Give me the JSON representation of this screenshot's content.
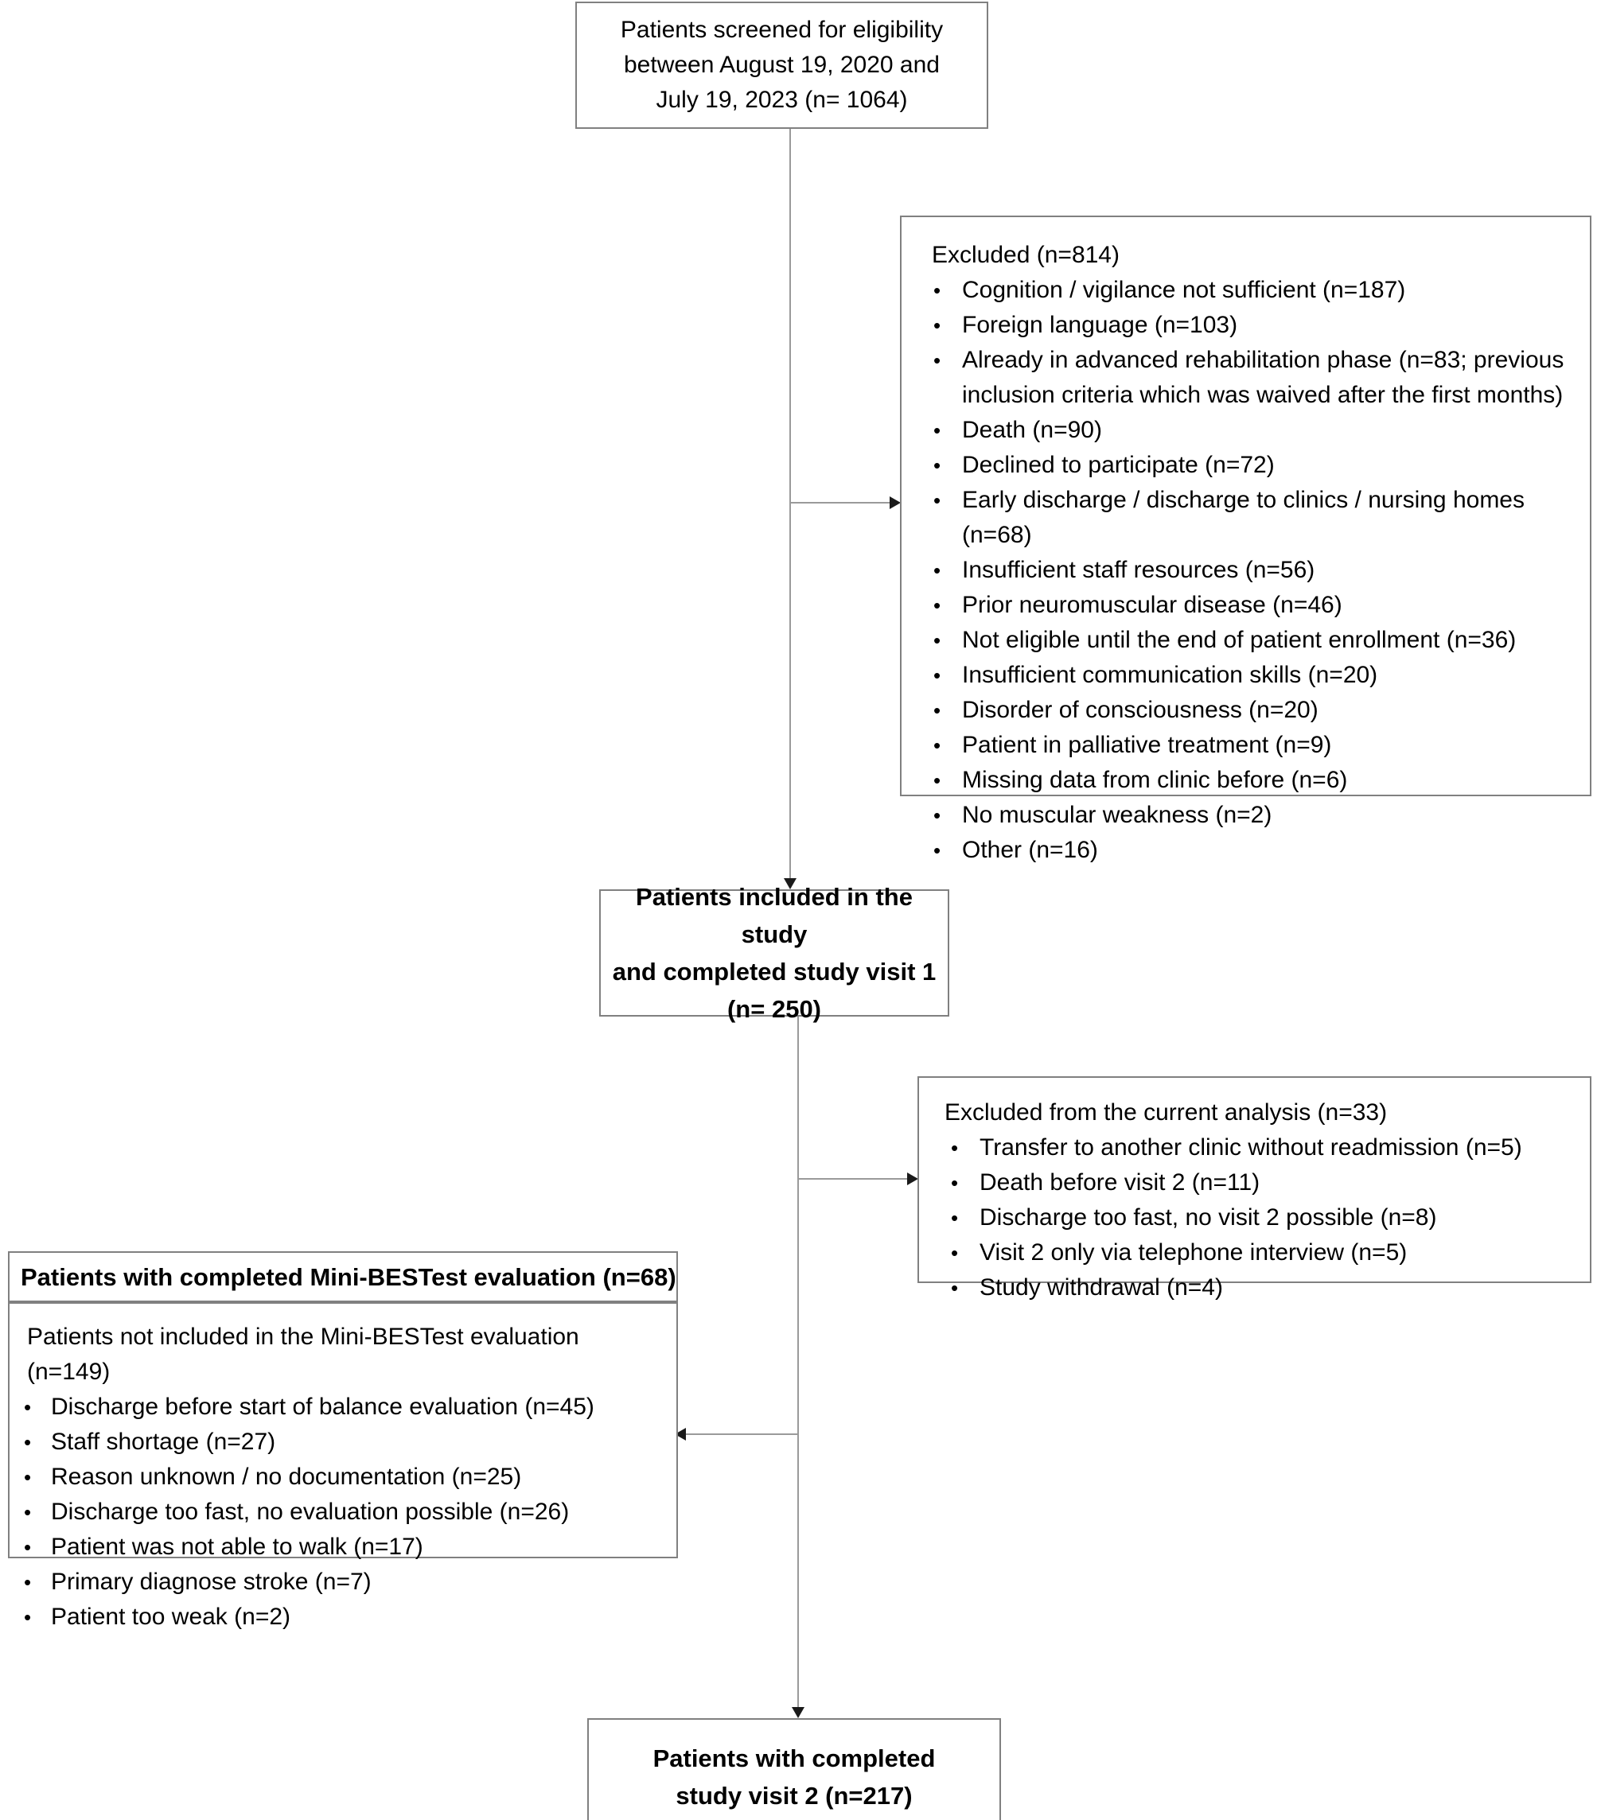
{
  "diagram": {
    "title": "Study participant flow diagram",
    "type": "flowchart"
  },
  "nodes": {
    "screened": {
      "lines": [
        "Patients screened for eligibility",
        "between August 19, 2020 and",
        "July 19, 2023 (n= 1064)"
      ]
    },
    "excluded_1": {
      "heading": "Excluded  (n=814)",
      "items": [
        "Cognition / vigilance not sufficient (n=187)",
        "Foreign language (n=103)",
        "Already in advanced rehabilitation phase (n=83; previous inclusion criteria which was waived after the first months)",
        "Death (n=90)",
        "Declined to participate (n=72)",
        "Early discharge / discharge to clinics / nursing homes (n=68)",
        "Insufficient staff resources (n=56)",
        "Prior neuromuscular disease (n=46)",
        "Not eligible until the end of patient enrollment (n=36)",
        "Insufficient communication skills (n=20)",
        "Disorder of consciousness (n=20)",
        "Patient in palliative treatment (n=9)",
        "Missing data from clinic before (n=6)",
        "No muscular weakness (n=2)",
        "Other (n=16)"
      ]
    },
    "included_visit1": {
      "lines": [
        "Patients included in the study",
        "and completed study visit 1",
        "(n= 250)"
      ]
    },
    "excluded_2": {
      "heading": "Excluded from the current analysis (n=33)",
      "items": [
        "Transfer to another clinic without readmission (n=5)",
        "Death before visit 2 (n=11)",
        "Discharge too fast, no visit 2 possible (n=8)",
        "Visit 2 only via telephone interview (n=5)",
        "Study withdrawal (n=4)"
      ]
    },
    "minibestest": {
      "header": "Patients with completed Mini-BESTest evaluation (n=68)",
      "subheading": "Patients not included in the Mini-BESTest evaluation (n=149)",
      "items": [
        "Discharge before start of balance evaluation (n=45)",
        "Staff shortage (n=27)",
        "Reason unknown / no documentation (n=25)",
        "Discharge too fast, no evaluation possible (n=26)",
        "Patient was not able to walk (n=17)",
        "Primary diagnose stroke (n=7)",
        "Patient too weak (n=2)"
      ]
    },
    "completed_visit2": {
      "lines": [
        "Patients with completed",
        "study visit 2 (n=217)"
      ]
    }
  },
  "colors": {
    "border": "#808080",
    "connector": "#9a9a9a",
    "arrow": "#1a1a1a",
    "text": "#000000",
    "background": "#ffffff"
  }
}
